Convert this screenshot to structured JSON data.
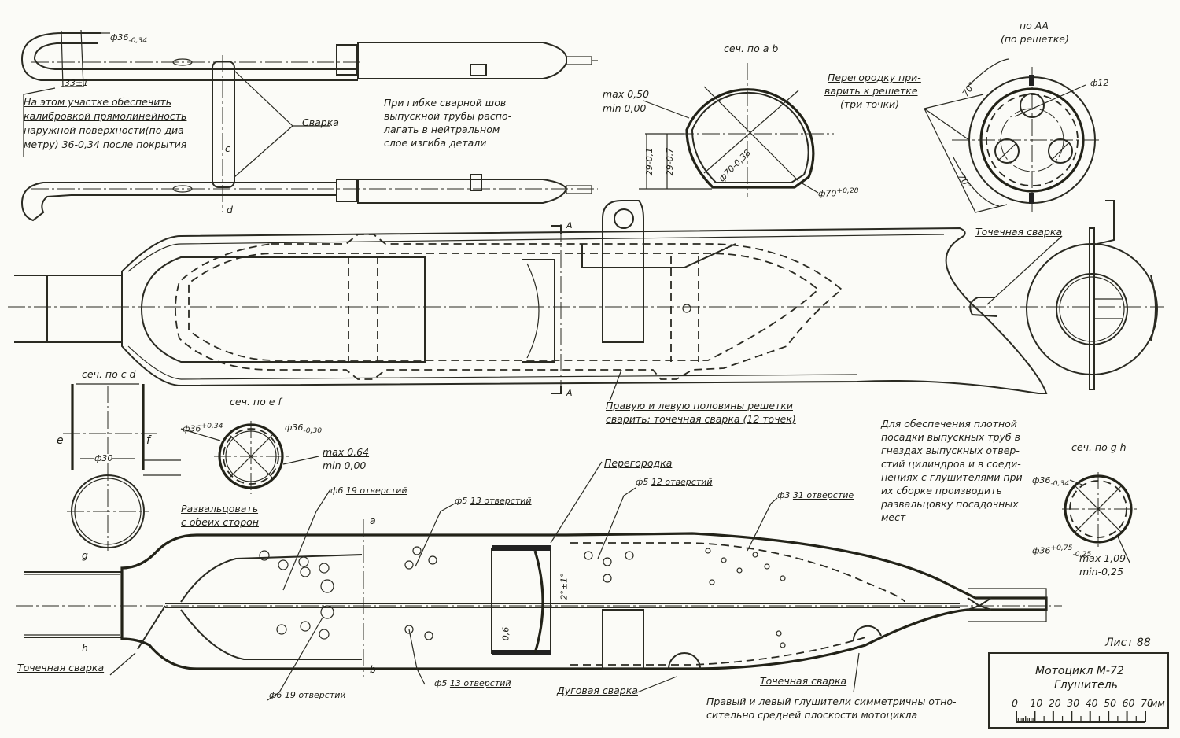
{
  "sheet": {
    "sheet_label": "Лист 88",
    "title_block": {
      "product": "Мотоцикл М-72",
      "part": "Глушитель",
      "scale_ticks": [
        "0",
        "10",
        "20",
        "30",
        "40",
        "50",
        "60",
        "70"
      ],
      "scale_unit": "мм"
    }
  },
  "top_view": {
    "dim_tube_diameter": "ф36",
    "dim_tube_diameter_tol": "-0,34",
    "dim_length": "33±1",
    "note_straightness": [
      "На этом участке обеспечить",
      "калибровкой прямолинейность",
      "наружной поверхности(по диа-",
      "метру) 36-0,34 после покрытия"
    ],
    "weld_label": "Сварка",
    "section_mark_c": "c",
    "section_mark_d": "d",
    "note_bending": "При гибке сварной шов\nвыпускной трубы распо-\nлагать в нейтральном\nслое изгиба детали"
  },
  "section_ab": {
    "title": "сеч. по a b",
    "gap_max": "max 0,50",
    "gap_min": "min 0,00",
    "dim_inner": "ф70-0,38",
    "dim_outer": "ф70",
    "dim_outer_tol": "+0,28",
    "dim_height_1": "29-0,1",
    "dim_height_2": "29-0,7"
  },
  "section_AA": {
    "title_line1": "по АА",
    "title_line2": "(по решетке)",
    "note_partition": [
      "Перегородку при-",
      "варить к решетке",
      "(три точки)"
    ],
    "dim_hole": "ф12",
    "angle_1": "70°",
    "angle_2": "70°",
    "spot_weld_label": "Точечная сварка"
  },
  "side_view": {
    "section_arrow_label": "А",
    "note_grille": [
      "Правую и левую половины решетки",
      "сварить; точечная сварка (12 точек)"
    ]
  },
  "section_cd": {
    "title": "сеч. по c d",
    "mark_e": "e",
    "mark_f": "f",
    "dim_inner": "ф30",
    "note_flare": [
      "Развальцовать",
      "с обеих сторон"
    ]
  },
  "section_ef": {
    "title": "сеч. по e f",
    "dim_left": "ф36",
    "dim_left_tol": "+0,34",
    "dim_right": "ф36",
    "dim_right_tol": "-0,30",
    "gap_max": "max 0,64",
    "gap_min": "min 0,00"
  },
  "note_fit": "Для обеспечения плотной\nпосадки выпускных труб в\nгнездах выпускных отвер-\nстий цилиндров и в соеди-\nнениях с глушителями при\nих сборке производить\nразвальцовку посадочных\nмест",
  "section_gh": {
    "title": "сеч. по g h",
    "dim_outer": "ф36",
    "dim_outer_tol": "-0,34",
    "dim_inner": "ф36",
    "dim_inner_tol_upper": "+0,75",
    "dim_inner_tol_lower": "-0,25",
    "gap_max": "max 1,09",
    "gap_min": "min-0,25"
  },
  "section_view": {
    "partition_label": "Перегородка",
    "holes_6_top": "ф6",
    "holes_6_top_count": "19 отверстий",
    "holes_5_top": "ф5",
    "holes_5_top_count": "13 отверстий",
    "holes_5_right": "ф5",
    "holes_5_right_count": "12 отверстий",
    "holes_3": "ф3",
    "holes_3_count": "31 отверстие",
    "holes_6_bottom": "ф6",
    "holes_6_bottom_count": "19 отверстий",
    "holes_5_bottom": "ф5",
    "holes_5_bottom_count": "13 отверстий",
    "arc_weld_label": "Дуговая сварка",
    "spot_weld_left": "Точечная сварка",
    "spot_weld_right": "Точечная сварка",
    "angle_partition": "2°±1°",
    "dim_gap": "0,6",
    "mark_a": "a",
    "mark_b": "b",
    "mark_g": "g",
    "mark_h": "h"
  },
  "note_symmetry": "Правый и левый глушители симметричны отно-\nсительно средней плоскости мотоцикла"
}
